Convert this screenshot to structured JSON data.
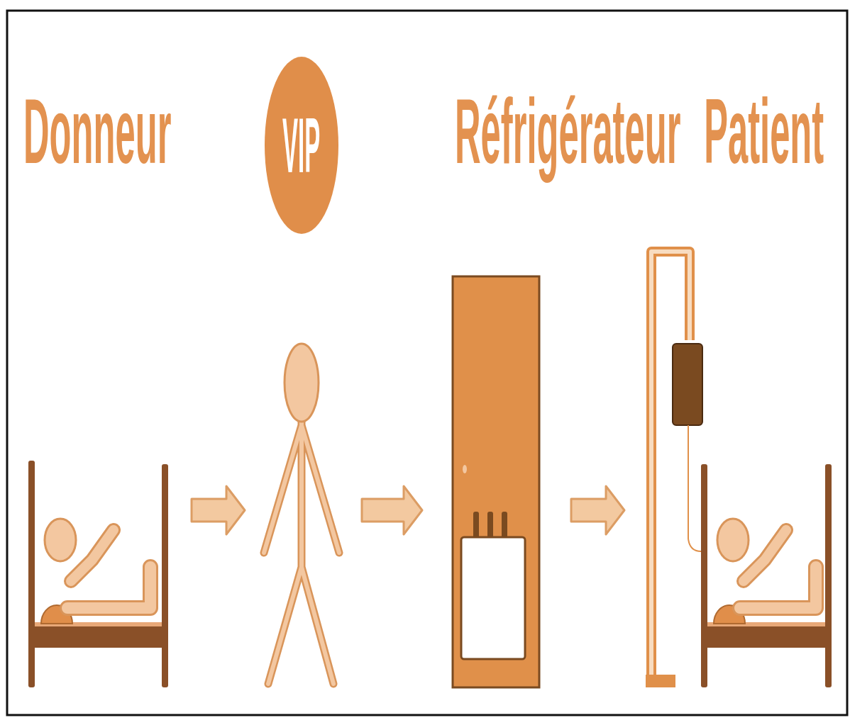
{
  "diagram": {
    "nodes": [
      {
        "text": [
          "Donneur"
        ]
      },
      {
        "text": [
          "VIP"
        ]
      },
      {
        "text": [
          "Réfrigérateur"
        ]
      },
      {
        "text": [
          "Patient"
        ]
      }
    ],
    "edges": [
      {
        "from": 0,
        "to": 1,
        "arrow": "to"
      },
      {
        "from": 1,
        "to": 2,
        "arrow": "to"
      },
      {
        "from": 2,
        "to": 3,
        "arrow": "to"
      }
    ]
  }
}
